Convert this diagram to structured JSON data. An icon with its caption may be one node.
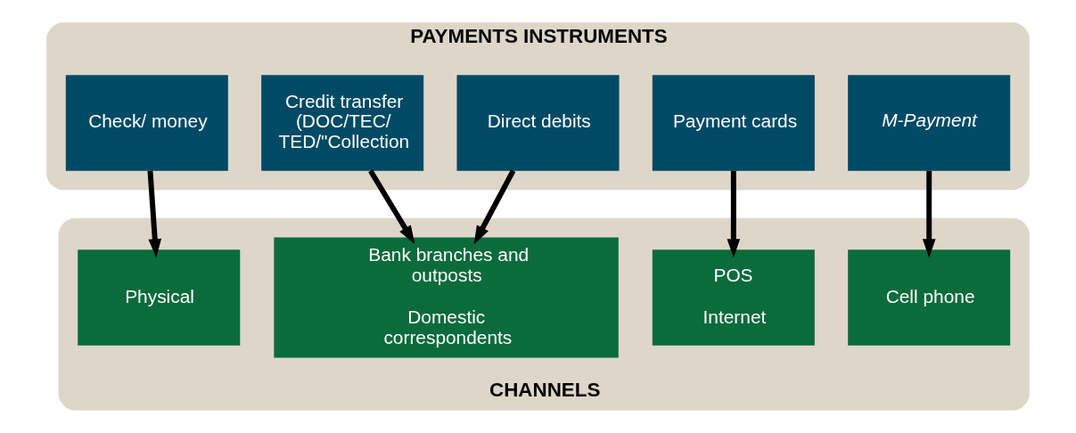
{
  "diagram": {
    "nodes": [
      {
        "text": [
          "PAYMENTS INSTRUMENTS"
        ]
      },
      {
        "text": [
          "Check/ money"
        ],
        "in": 0
      },
      {
        "text": [
          "Credit transfer (DOC/TEC/ TED/\"Collection"
        ],
        "in": 0
      },
      {
        "text": [
          "Direct debits"
        ],
        "in": 0
      },
      {
        "text": [
          "Payment cards"
        ],
        "in": 0
      },
      {
        "text": [
          "M-Payment"
        ],
        "in": 0
      },
      {
        "text": [
          "CHANNELS"
        ]
      },
      {
        "text": [
          "Physical"
        ],
        "in": 6
      },
      {
        "text": [
          "Bank branches and outposts",
          "Domestic correspondents"
        ],
        "in": 6
      },
      {
        "text": [
          "POS",
          "Internet"
        ],
        "in": 6
      },
      {
        "text": [
          "Cell phone"
        ],
        "in": 6
      }
    ],
    "edges": [
      {
        "from": 1,
        "to": 7,
        "arrow": "to"
      },
      {
        "from": 2,
        "to": 8,
        "arrow": "to"
      },
      {
        "from": 3,
        "to": 8,
        "arrow": "to"
      },
      {
        "from": 4,
        "to": 9,
        "arrow": "to"
      },
      {
        "from": 5,
        "to": 10,
        "arrow": "to"
      }
    ]
  }
}
